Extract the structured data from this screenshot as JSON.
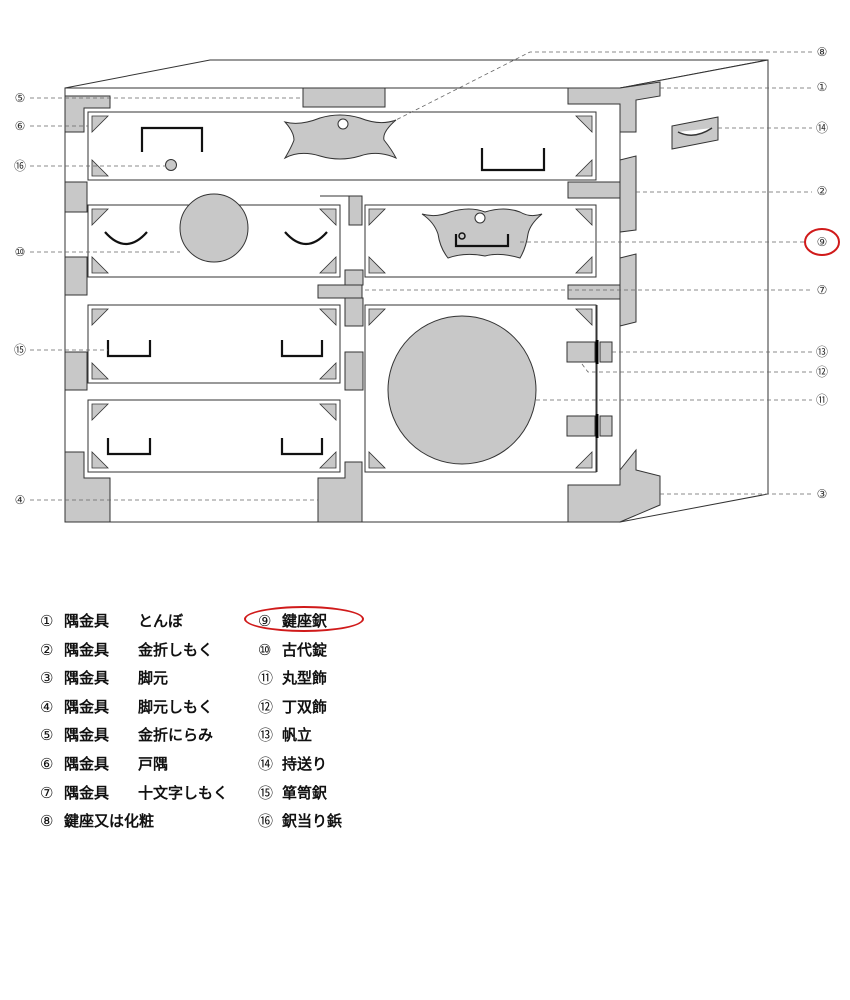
{
  "callouts": [
    {
      "num": "①",
      "highlight": false
    },
    {
      "num": "②",
      "highlight": false
    },
    {
      "num": "③",
      "highlight": false
    },
    {
      "num": "④",
      "highlight": false
    },
    {
      "num": "⑤",
      "highlight": false
    },
    {
      "num": "⑥",
      "highlight": false
    },
    {
      "num": "⑦",
      "highlight": false
    },
    {
      "num": "⑧",
      "highlight": false
    },
    {
      "num": "⑨",
      "highlight": true
    },
    {
      "num": "⑩",
      "highlight": false
    },
    {
      "num": "⑪",
      "highlight": false
    },
    {
      "num": "⑫",
      "highlight": false
    },
    {
      "num": "⑬",
      "highlight": false
    },
    {
      "num": "⑭",
      "highlight": false
    },
    {
      "num": "⑮",
      "highlight": false
    },
    {
      "num": "⑯",
      "highlight": false
    }
  ],
  "legend": {
    "left": [
      {
        "num": "①",
        "name": "隅金具",
        "sub": "とんぼ"
      },
      {
        "num": "②",
        "name": "隅金具",
        "sub": "金折しもく"
      },
      {
        "num": "③",
        "name": "隅金具",
        "sub": "脚元"
      },
      {
        "num": "④",
        "name": "隅金具",
        "sub": "脚元しもく"
      },
      {
        "num": "⑤",
        "name": "隅金具",
        "sub": "金折にらみ"
      },
      {
        "num": "⑥",
        "name": "隅金具",
        "sub": "戸隅"
      },
      {
        "num": "⑦",
        "name": "隅金具",
        "sub": "十文字しもく"
      },
      {
        "num": "⑧",
        "name": "鍵座又は化粧",
        "sub": ""
      }
    ],
    "right": [
      {
        "num": "⑨",
        "name": "鍵座鈬",
        "highlight": true
      },
      {
        "num": "⑩",
        "name": "古代錠"
      },
      {
        "num": "⑪",
        "name": "丸型飾"
      },
      {
        "num": "⑫",
        "name": "丁双飾"
      },
      {
        "num": "⑬",
        "name": "帆立"
      },
      {
        "num": "⑭",
        "name": "持送り"
      },
      {
        "num": "⑮",
        "name": "箪笥鈬"
      },
      {
        "num": "⑯",
        "name": "鈬当り鋲"
      }
    ]
  },
  "colors": {
    "metal": "#c8c8c8",
    "outline": "#333333",
    "highlight": "#d01a1a",
    "leader": "#666666"
  }
}
